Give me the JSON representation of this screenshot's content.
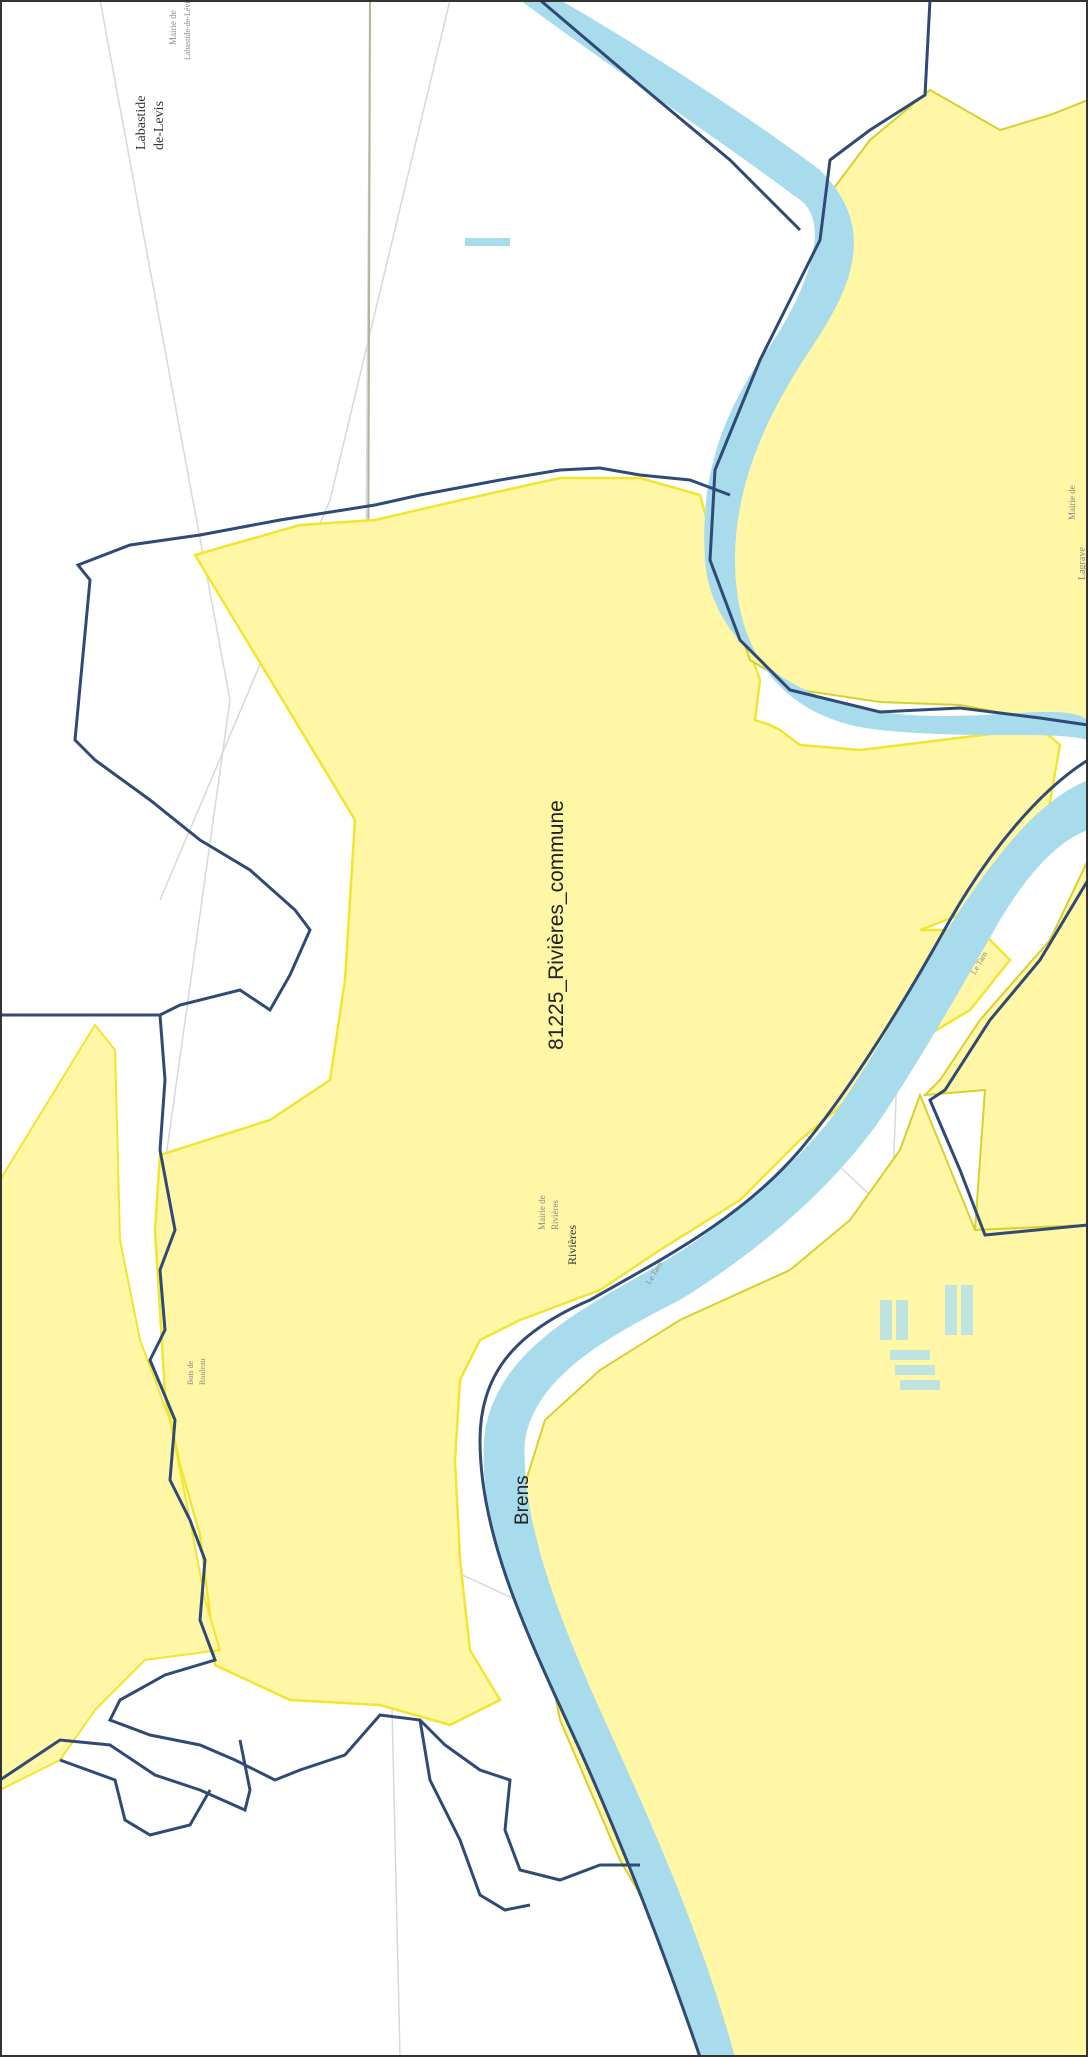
{
  "map": {
    "commune_label": "81225_Rivières_commune",
    "neighbor_label": "Brens",
    "place_labels": {
      "labastide": "Labastide",
      "labastide_2": "de-Levis",
      "labastide_mairie": "Mairie de",
      "labastide_mairie_2": "Labastide-de-Lévis",
      "rivieres": "Rivières",
      "rivieres_mairie": "Mairie de",
      "rivieres_mairie_2": "Rivières",
      "lagrave": "Lagrave",
      "lagrave_mairie": "Mairie de",
      "bois_rouleau": "Bois de",
      "bois_rouleau_2": "Rouleau",
      "le_tarn": "Le Tarn",
      "le_tarn_2": "Le Tarn"
    },
    "colors": {
      "commune_fill": "#fff6a6",
      "commune_stroke": "#f2e530",
      "boundary": "#2f4a74",
      "river": "#a8dcec",
      "background": "#ffffff"
    }
  }
}
